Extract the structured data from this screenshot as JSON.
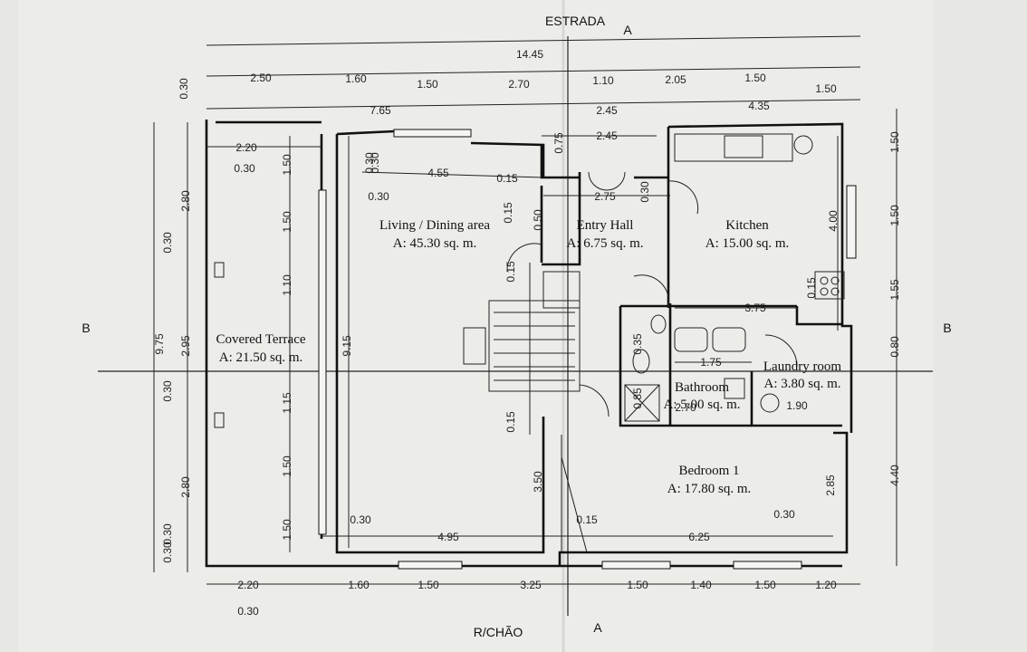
{
  "labels": {
    "road": "ESTRADA",
    "floor": "R/CHÃO",
    "section_a_top": "A",
    "section_a_bottom": "A",
    "section_b_left": "B",
    "section_b_right": "B"
  },
  "rooms": {
    "terrace": {
      "name": "Covered Terrace",
      "area": "A: 21.50 sq. m."
    },
    "living": {
      "name": "Living / Dining area",
      "area": "A: 45.30 sq. m."
    },
    "entry": {
      "name": "Entry Hall",
      "area": "A: 6.75 sq. m."
    },
    "kitchen": {
      "name": "Kitchen",
      "area": "A: 15.00 sq. m."
    },
    "bathroom": {
      "name": "Bathroom",
      "area": "A: 5.00 sq. m."
    },
    "laundry": {
      "name": "Laundry room",
      "area": "A: 3.80 sq. m."
    },
    "bedroom": {
      "name": "Bedroom 1",
      "area": "A: 17.80 sq. m."
    }
  },
  "dims": {
    "overall": "14.45",
    "top": [
      "2.50",
      "1.60",
      "1.50",
      "2.70",
      "1.10",
      "2.05",
      "1.50",
      "1.50"
    ],
    "row2": [
      "7.65",
      "2.45",
      "4.35"
    ],
    "row3": [
      "2.45"
    ],
    "bottom": [
      "2.20",
      "1.60",
      "1.50",
      "3.25",
      "1.50",
      "1.40",
      "1.50",
      "1.20"
    ],
    "left_total": "9.75",
    "left": [
      "0.30",
      "2.80",
      "0.30",
      "2.95",
      "0.30",
      "2.80",
      "0.30"
    ],
    "terrace_col": [
      "1.50",
      "1.50",
      "1.10",
      "1.15",
      "1.50",
      "1.50"
    ],
    "living_height": "9.15",
    "right": [
      "1.50",
      "1.50",
      "1.55",
      "0.80",
      "4.40"
    ],
    "interior": [
      "2.20",
      "0.30",
      "0.30",
      "0.30",
      "4.55",
      "0.15",
      "2.75",
      "0.30",
      "0.75",
      "4.00",
      "0.15",
      "3.75",
      "1.75",
      "1.90",
      "2.70",
      "0.15",
      "3.50",
      "0.15",
      "0.30",
      "4.95",
      "6.25",
      "0.30",
      "2.85",
      "0.30",
      "0.30",
      "0.30",
      "0.15",
      "0.35",
      "0.85",
      "0.15",
      "0.50"
    ]
  }
}
